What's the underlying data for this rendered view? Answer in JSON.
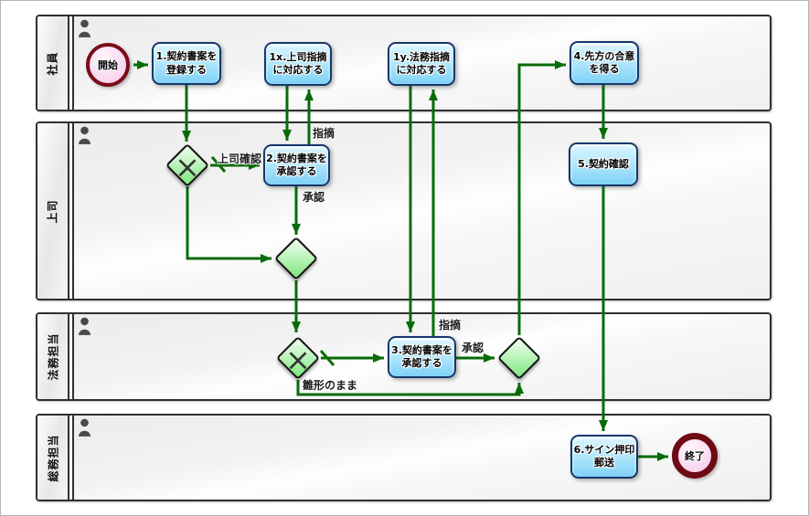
{
  "lanes": [
    {
      "label": "社員"
    },
    {
      "label": "上司"
    },
    {
      "label": "法務担当"
    },
    {
      "label": "総務担当"
    }
  ],
  "events": {
    "start": {
      "label": "開始"
    },
    "end": {
      "label": "終了"
    }
  },
  "tasks": {
    "t1": {
      "label": "1.契約書案を\n登録する"
    },
    "t1x": {
      "label": "1x.上司指摘\nに対応する"
    },
    "t1y": {
      "label": "1y.法務指摘\nに対応する"
    },
    "t2": {
      "label": "2.契約書案を\n承認する"
    },
    "t3": {
      "label": "3.契約書案を\n承認する"
    },
    "t4": {
      "label": "4.先方の合意\nを得る"
    },
    "t5": {
      "label": "5.契約確認"
    },
    "t6": {
      "label": "6.サイン押印\n郵送"
    }
  },
  "edge_labels": {
    "supervisor_check": "上司確認",
    "feedback_boss": "指摘",
    "approve_boss": "承認",
    "feedback_legal": "指摘",
    "approve_legal": "承認",
    "template_as_is": "雛形のまま"
  },
  "colors": {
    "flow_green": "#076c07",
    "task_border": "#14386b",
    "task_fill_top": "#dbf5fe",
    "task_fill_bottom": "#7ed1f6",
    "gateway_border": "#141414",
    "gateway_fill": "#7de77d",
    "event_border": "#7a0d1a",
    "event_fill": "#fbdcf3",
    "lane_border": "#2f2f2f",
    "lane_fill": "#f3f3f3"
  }
}
